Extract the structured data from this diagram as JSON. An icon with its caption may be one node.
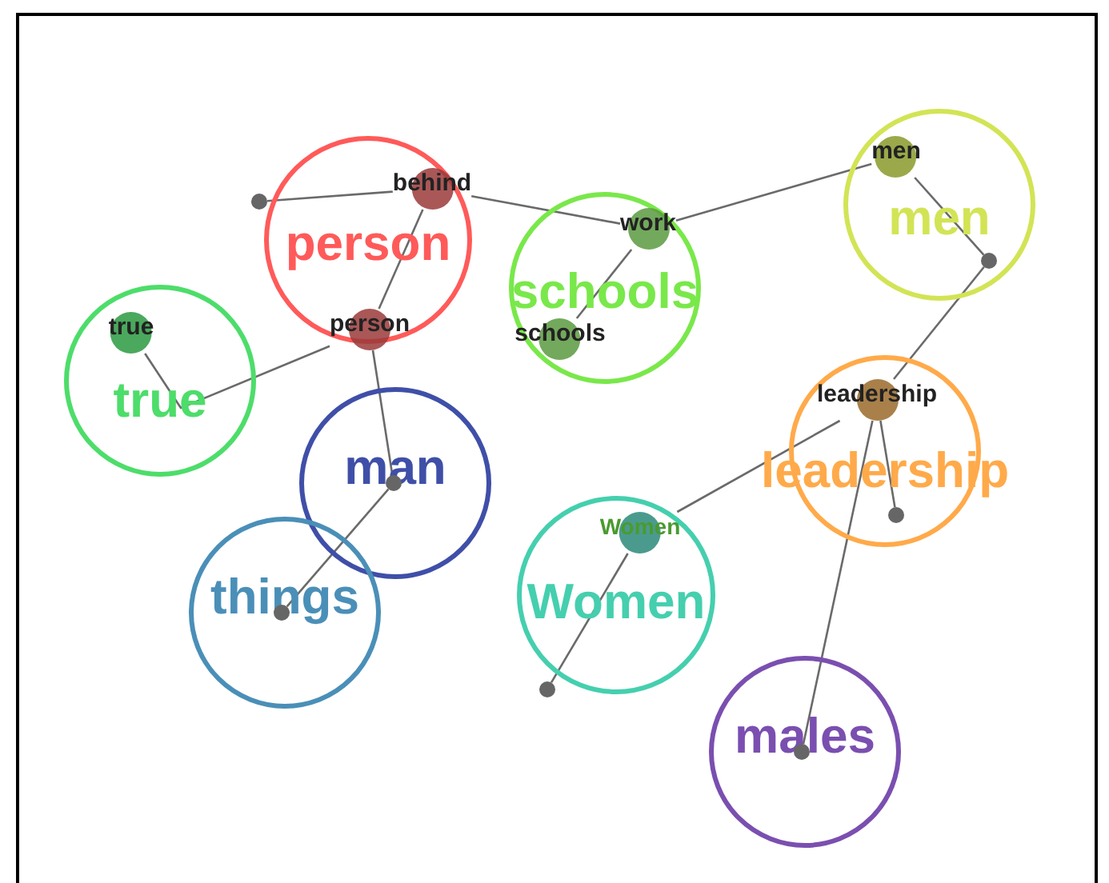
{
  "diagram": {
    "nodes": [
      {
        "text": [
          "person"
        ]
      },
      {
        "text": [
          "behind"
        ],
        "in": 0
      },
      {
        "text": [],
        "shape": "circle"
      },
      {
        "text": [
          "men"
        ]
      },
      {
        "text": [
          "men"
        ],
        "in": 3
      },
      {
        "text": [],
        "shape": "circle",
        "in": 3
      },
      {
        "text": [
          "schools"
        ]
      },
      {
        "text": [
          "work"
        ],
        "in": 6
      },
      {
        "text": [
          "schools"
        ],
        "in": 6
      },
      {
        "text": [
          "person"
        ]
      },
      {
        "text": [
          "true"
        ]
      },
      {
        "text": [
          "true"
        ],
        "in": 10
      },
      {
        "text": [
          "leadership"
        ]
      },
      {
        "text": [
          "leadership"
        ],
        "in": 12
      },
      {
        "text": [],
        "shape": "circle",
        "in": 12
      },
      {
        "text": [
          "man"
        ]
      },
      {
        "text": [],
        "shape": "circle",
        "in": 15
      },
      {
        "text": [
          "Women"
        ]
      },
      {
        "text": [
          "Women"
        ],
        "in": 17
      },
      {
        "text": [
          "things"
        ]
      },
      {
        "text": [],
        "shape": "circle",
        "in": 19
      },
      {
        "text": [],
        "shape": "circle"
      },
      {
        "text": [
          "males"
        ]
      },
      {
        "text": [],
        "shape": "circle",
        "in": 22
      }
    ],
    "edges": [
      {
        "from": 2,
        "to": 1,
        "arrow": "none"
      },
      {
        "from": 1,
        "to": 7,
        "arrow": "none"
      },
      {
        "from": 7,
        "to": 4,
        "arrow": "none"
      },
      {
        "from": 7,
        "to": 8,
        "arrow": "none"
      },
      {
        "from": 1,
        "to": 9,
        "arrow": "none"
      },
      {
        "from": 9,
        "to": 11,
        "arrow": "none"
      },
      {
        "from": 9,
        "to": 16,
        "arrow": "none"
      },
      {
        "from": 16,
        "to": 20,
        "arrow": "none"
      },
      {
        "from": 4,
        "to": 5,
        "arrow": "none"
      },
      {
        "from": 5,
        "to": 13,
        "arrow": "none"
      },
      {
        "from": 13,
        "to": 18,
        "arrow": "none"
      },
      {
        "from": 18,
        "to": 21,
        "arrow": "none"
      },
      {
        "from": 13,
        "to": 14,
        "arrow": "none"
      },
      {
        "from": 13,
        "to": 23,
        "arrow": "none"
      }
    ]
  }
}
